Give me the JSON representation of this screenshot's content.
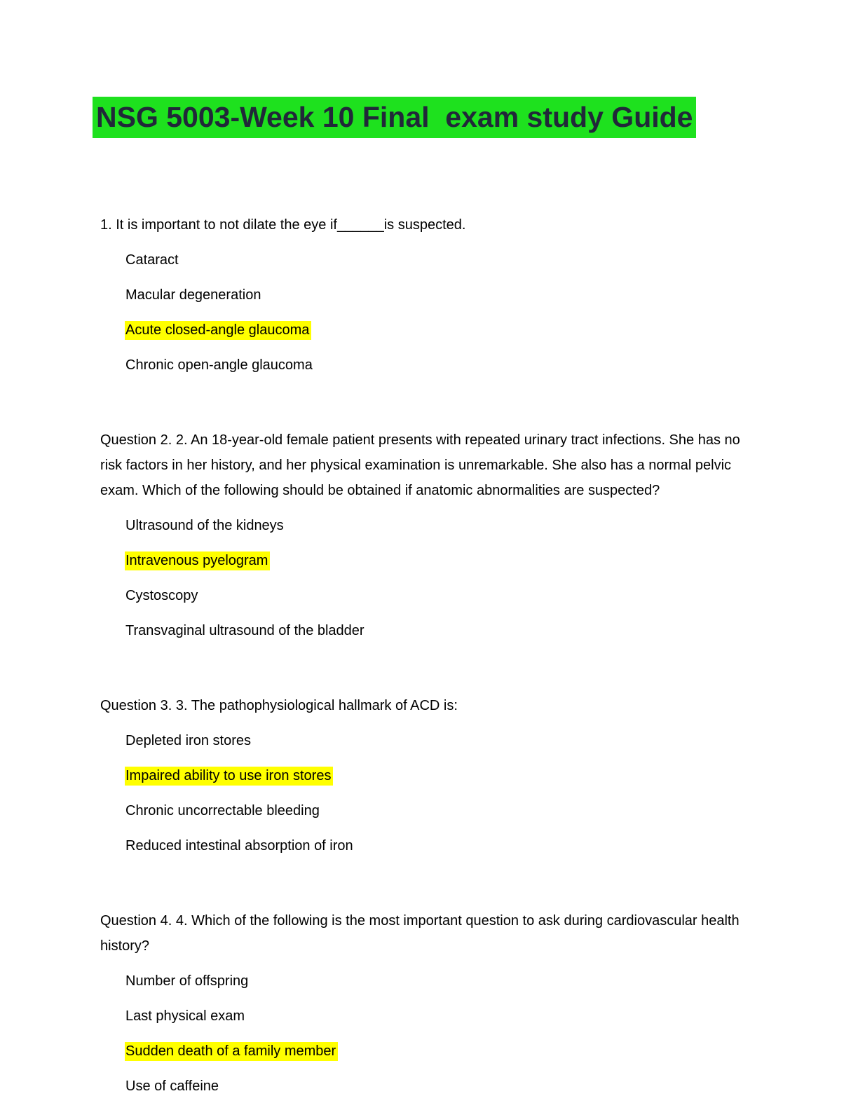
{
  "page": {
    "title": "NSG 5003-Week 10 Final  exam study Guide",
    "colors": {
      "title_highlight_bg": "#1ee11e",
      "title_text": "#212839",
      "answer_highlight_bg": "#ffff00",
      "body_text": "#000000",
      "page_bg": "#ffffff"
    }
  },
  "questions": [
    {
      "prompt": "1. It is important to not dilate the eye if______is suspected.",
      "options": [
        {
          "label": "Cataract",
          "highlighted": false
        },
        {
          "label": "Macular degeneration",
          "highlighted": false
        },
        {
          "label": "Acute closed-angle glaucoma",
          "highlighted": true
        },
        {
          "label": "Chronic open-angle glaucoma",
          "highlighted": false
        }
      ]
    },
    {
      "prompt": "Question 2. 2. An 18-year-old female patient presents with repeated urinary tract infections. She has no risk factors in her history, and her physical examination is unremarkable. She also has a normal pelvic exam. Which of the following should be obtained if anatomic abnormalities are suspected?",
      "options": [
        {
          "label": "Ultrasound of the kidneys",
          "highlighted": false
        },
        {
          "label": "Intravenous pyelogram",
          "highlighted": true
        },
        {
          "label": "Cystoscopy",
          "highlighted": false
        },
        {
          "label": "Transvaginal ultrasound of the bladder",
          "highlighted": false
        }
      ]
    },
    {
      "prompt": "Question 3. 3. The pathophysiological hallmark of ACD is:",
      "options": [
        {
          "label": "Depleted iron stores",
          "highlighted": false
        },
        {
          "label": "Impaired ability to use iron stores",
          "highlighted": true
        },
        {
          "label": "Chronic uncorrectable bleeding",
          "highlighted": false
        },
        {
          "label": "Reduced intestinal absorption of iron",
          "highlighted": false
        }
      ]
    },
    {
      "prompt": "Question 4. 4. Which of the following is the most important question to ask during cardiovascular health history?",
      "options": [
        {
          "label": "Number of offspring",
          "highlighted": false
        },
        {
          "label": "Last physical exam",
          "highlighted": false
        },
        {
          "label": "Sudden death of a family member",
          "highlighted": true
        },
        {
          "label": "Use of caffeine",
          "highlighted": false
        }
      ]
    }
  ]
}
